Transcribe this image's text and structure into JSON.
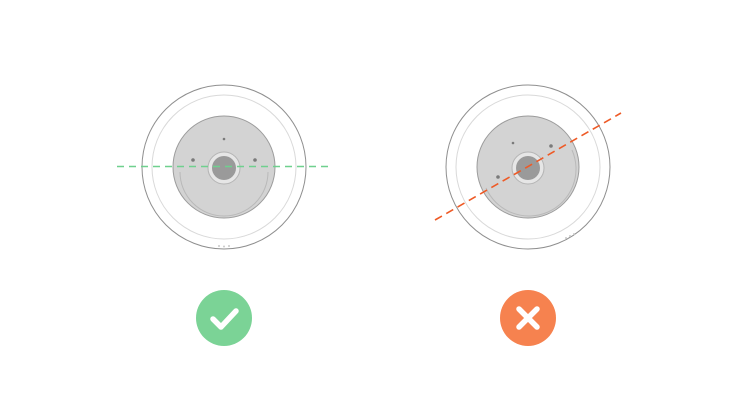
{
  "panels": [
    {
      "id": "correct",
      "status": "correct",
      "status_icon": "check-icon",
      "status_color": "#7bd396",
      "line_color": "#6fd08e",
      "line_style": "dashed",
      "line_orientation": "horizontal"
    },
    {
      "id": "incorrect",
      "status": "incorrect",
      "status_icon": "cross-icon",
      "status_color": "#f6824f",
      "line_color": "#ee5a26",
      "line_style": "dashed",
      "line_orientation": "tilted"
    }
  ],
  "colors": {
    "device_outer_ring": "#ffffff",
    "device_outline": "#9a9a9a",
    "device_face": "#d2d2d2",
    "device_center": "#9b9b9b",
    "background": "#ffffff"
  }
}
